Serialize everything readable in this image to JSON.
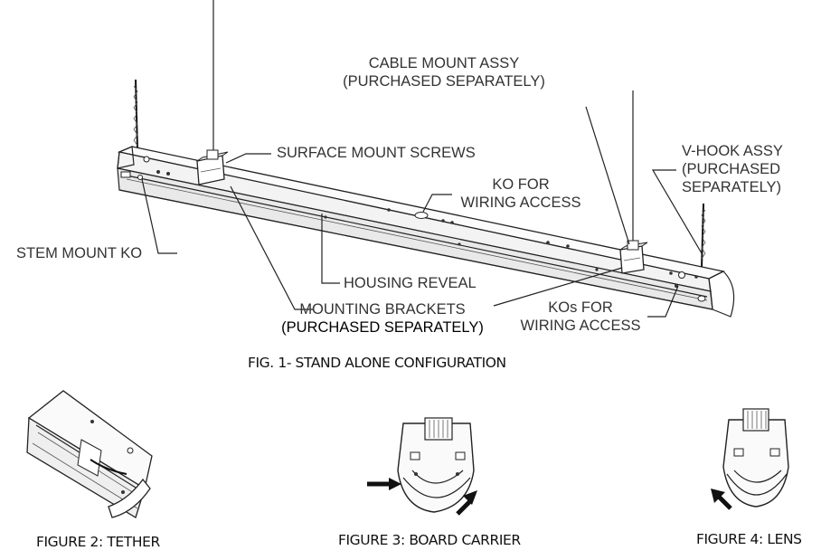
{
  "labels": {
    "cable_mount_line1": "CABLE MOUNT ASSY",
    "cable_mount_line2": "(PURCHASED SEPARATELY)",
    "surface_mount_screws": "SURFACE MOUNT SCREWS",
    "ko_wiring_line1": "KO FOR",
    "ko_wiring_line2": "WIRING ACCESS",
    "vhook_line1": "V-HOOK ASSY",
    "vhook_line2": "(PURCHASED",
    "vhook_line3": "SEPARATELY)",
    "stem_mount_ko": "STEM MOUNT KO",
    "housing_reveal": "HOUSING REVEAL",
    "mounting_brackets_line1": "MOUNTING BRACKETS",
    "mounting_brackets_line2": "(PURCHASED SEPARATELY)",
    "kos_wiring_line1": "KOs FOR",
    "kos_wiring_line2": "WIRING ACCESS"
  },
  "captions": {
    "fig1": "FIG. 1- STAND ALONE CONFIGURATION",
    "fig2": "FIGURE 2: TETHER",
    "fig3": "FIGURE 3: BOARD CARRIER",
    "fig4": "FIGURE 4: LENS"
  }
}
